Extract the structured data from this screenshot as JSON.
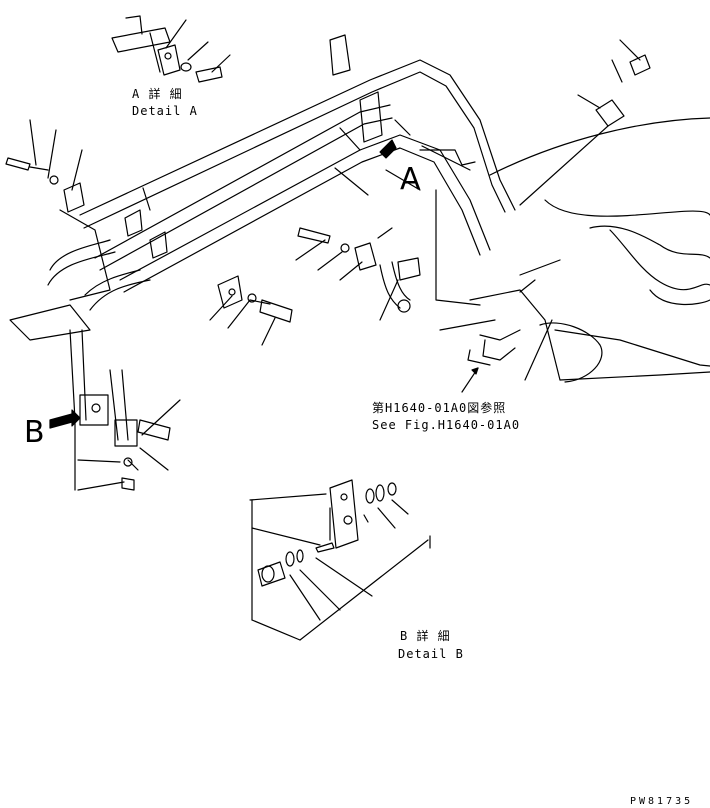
{
  "labels": {
    "detail_a_jp": "A 詳 細",
    "detail_a_en": "Detail A",
    "callout_a": "A",
    "callout_b": "B",
    "ref_jp": "第H1640-01A0図参照",
    "ref_en": "See Fig.H1640-01A0",
    "detail_b_jp": "B 詳 細",
    "detail_b_en": "Detail B",
    "drawing_code": "PW81735"
  }
}
